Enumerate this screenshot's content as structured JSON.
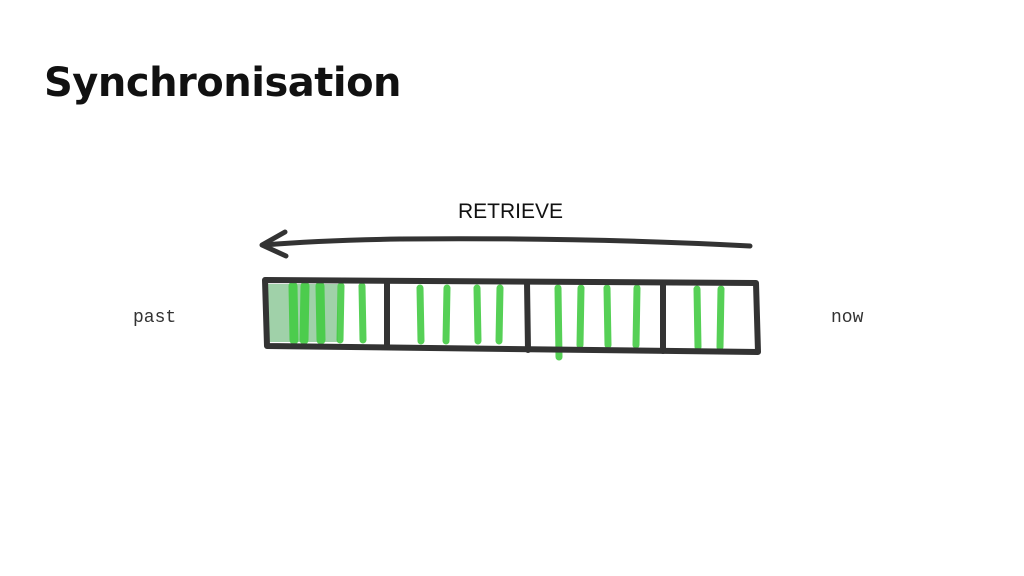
{
  "slide": {
    "title": "Synchronisation"
  },
  "diagram": {
    "arrow_label": "RETRIEVE",
    "left_label": "past",
    "right_label": "now",
    "colors": {
      "frame": "#333333",
      "mark": "#44cc44",
      "highlight": "#8fc99a"
    },
    "segments": [
      {
        "marks": 5,
        "highlighted": true
      },
      {
        "marks": 4,
        "highlighted": false
      },
      {
        "marks": 4,
        "highlighted": false
      },
      {
        "marks": 2,
        "highlighted": false
      }
    ]
  }
}
